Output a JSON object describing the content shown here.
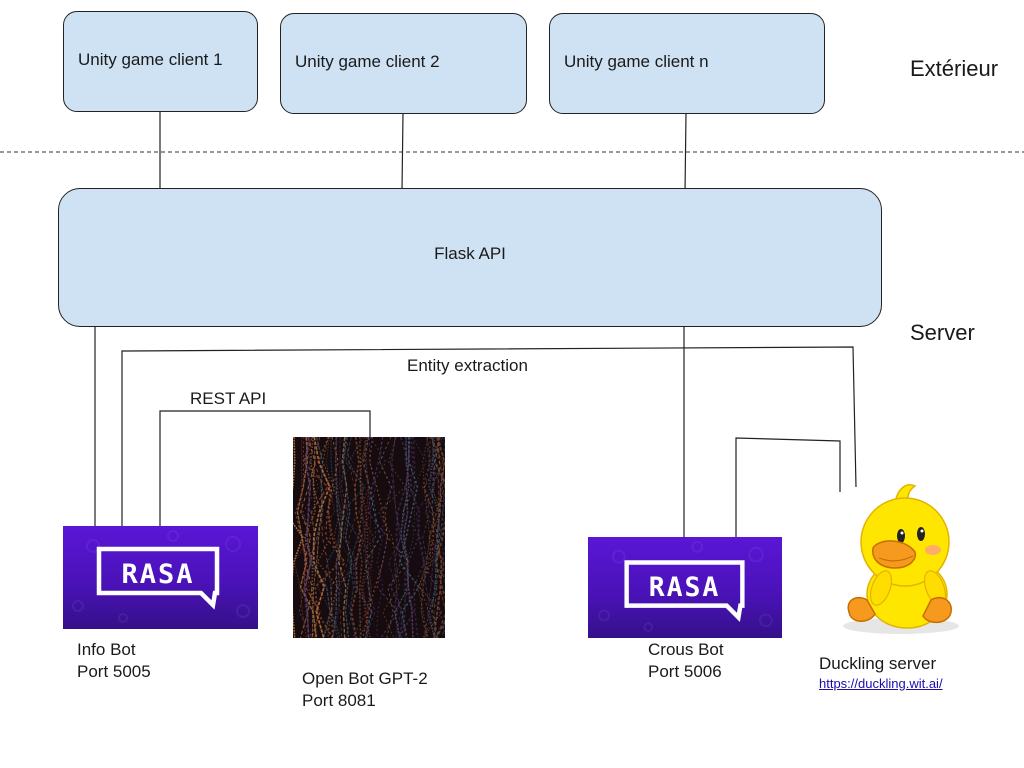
{
  "zones": {
    "outside": "Extérieur",
    "server": "Server"
  },
  "clients": [
    "Unity game client 1",
    "Unity game client 2",
    "Unity game client n"
  ],
  "flask": {
    "label": "Flask API"
  },
  "connections": {
    "entity_extraction": "Entity extraction",
    "rest_api": "REST API"
  },
  "services": {
    "info_bot": {
      "name": "Info Bot",
      "port": "Port 5005",
      "logo_text": "RASA"
    },
    "open_bot": {
      "name": "Open Bot GPT-2",
      "port": "Port 8081"
    },
    "crous_bot": {
      "name": "Crous Bot",
      "port": "Port 5006",
      "logo_text": "RASA"
    },
    "duckling": {
      "name": "Duckling server",
      "url": "https://duckling.wit.ai/"
    }
  },
  "colors": {
    "box_fill": "#cfe2f3",
    "rasa_purple": "#5a16d6",
    "duck_yellow": "#ffe600",
    "duck_orange": "#f59a1e"
  }
}
